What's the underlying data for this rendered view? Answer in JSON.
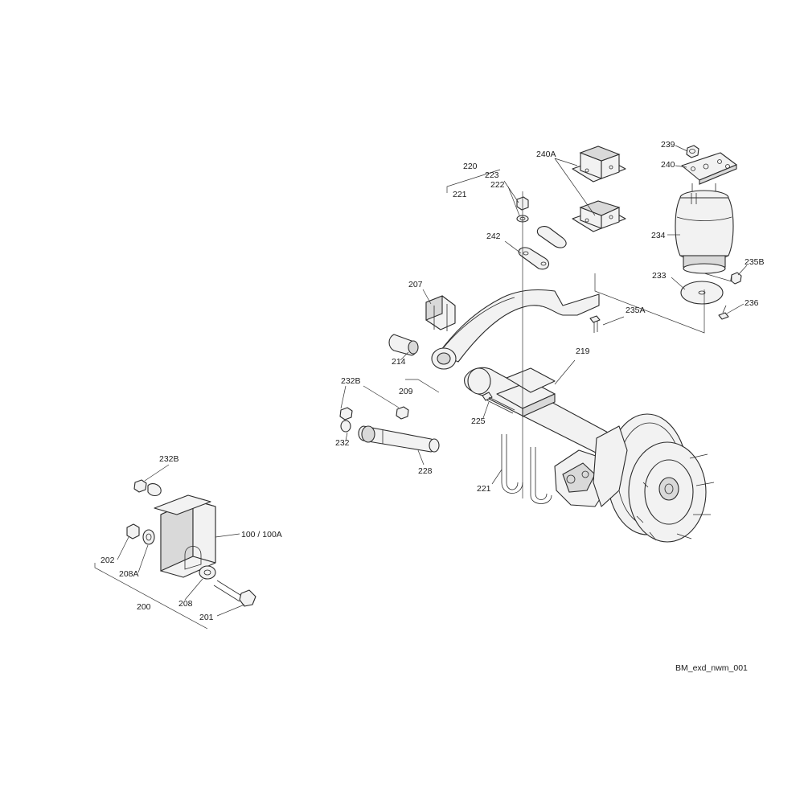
{
  "drawing_ref": "BM_exd_nwm_001",
  "callouts": {
    "c239": "239",
    "c240": "240",
    "c240A": "240A",
    "c220": "220",
    "c223": "223",
    "c222": "222",
    "c221_top": "221",
    "c242": "242",
    "c234": "234",
    "c235B_top": "235B",
    "c233": "233",
    "c236": "236",
    "c207": "207",
    "c235A": "235A",
    "c214": "214",
    "c219": "219",
    "c209": "209",
    "c232B_mid": "232B",
    "c225": "225",
    "c232": "232",
    "c228": "228",
    "c221_bottom": "221",
    "c232B_left": "232B",
    "c100": "100 / 100A",
    "c202": "202",
    "c208A": "208A",
    "c208": "208",
    "c200": "200",
    "c201": "201"
  }
}
